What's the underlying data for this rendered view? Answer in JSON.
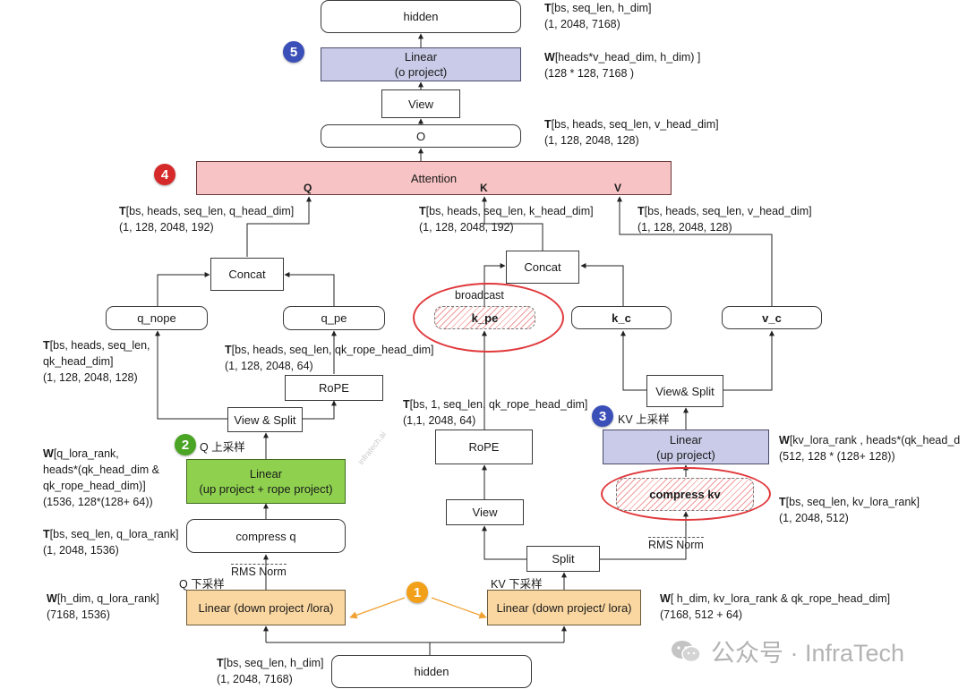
{
  "nodes": {
    "hidden_top": "hidden",
    "linear_o_line1": "Linear",
    "linear_o_line2": "(o project)",
    "view_top": "View",
    "o": "O",
    "attention": "Attention",
    "concat_q": "Concat",
    "q_nope": "q_nope",
    "q_pe": "q_pe",
    "rope_q": "RoPE",
    "view_split_q": "View & Split",
    "linear_q_up_line1": "Linear",
    "linear_q_up_line2": "(up project + rope project)",
    "compress_q": "compress q",
    "rms_norm_q": "RMS Norm",
    "linear_q_down": "Linear (down project /lora)",
    "hidden_bottom": "hidden",
    "concat_k": "Concat",
    "k_pe": "k_pe",
    "k_c": "k_c",
    "v_c": "v_c",
    "view_split_kv": "View& Split",
    "linear_kv_up_line1": "Linear",
    "linear_kv_up_line2": "(up project)",
    "compress_kv": "compress kv",
    "rms_norm_kv": "RMS Norm",
    "split": "Split",
    "view_k": "View",
    "rope_k": "RoPE",
    "linear_kv_down": "Linear (down project/ lora)"
  },
  "ports": {
    "q": "Q",
    "k": "K",
    "v": "V"
  },
  "labels": {
    "broadcast": "broadcast",
    "q_up": "Q 上采样",
    "q_down": "Q 下采样",
    "kv_up": "KV 上采样",
    "kv_down": "KV 下采样"
  },
  "badges": {
    "one": "1",
    "two": "2",
    "three": "3",
    "four": "4",
    "five": "5"
  },
  "annotations": {
    "hidden_out_t": "[bs, seq_len, h_dim]",
    "hidden_out_shape": "(1, 2048, 7168)",
    "wo_w": "[heads*v_head_dim, h_dim) ]",
    "wo_shape": "(128 * 128, 7168 )",
    "o_t": "[bs, heads, seq_len, v_head_dim]",
    "o_shape": "(1, 128, 2048, 128)",
    "q_t": "[bs, heads, seq_len, q_head_dim]",
    "q_shape": "(1, 128, 2048, 192)",
    "k_t": "[bs, heads, seq_len, k_head_dim]",
    "k_shape": "(1, 128, 2048, 192)",
    "v_t": "[bs, heads, seq_len, v_head_dim]",
    "v_shape": "(1, 128, 2048, 128)",
    "qnope_t1": "[bs, heads, seq_len,",
    "qnope_t2": "qk_head_dim]",
    "qnope_shape": "(1, 128, 2048, 128)",
    "qpe_t": "[bs, heads, seq_len, qk_rope_head_dim]",
    "qpe_shape": "(1, 128, 2048, 64)",
    "wq_up_1": "[q_lora_rank,",
    "wq_up_2": "heads*(qk_head_dim &",
    "wq_up_3": "qk_rope_head_dim)]",
    "wq_up_shape": "(1536, 128*(128+ 64))",
    "cq_t": "[bs, seq_len, q_lora_rank]",
    "cq_shape": "(1, 2048, 1536)",
    "wq_down_w": "[h_dim, q_lora_rank]",
    "wq_down_shape": "(7168, 1536)",
    "hidden_in_t": "[bs, seq_len, h_dim]",
    "hidden_in_shape": "(1, 2048, 7168)",
    "kpe_t": "[bs, 1, seq_len, qk_rope_head_dim]",
    "kpe_shape": "(1,1, 2048, 64)",
    "wkv_up_w": "[kv_lora_rank , heads*(qk_head_d",
    "wkv_up_shape": "(512, 128 * (128+ 128))",
    "ckv_t": "[bs, seq_len, kv_lora_rank]",
    "ckv_shape": "(1, 2048, 512)",
    "wkv_down_w": "[ h_dim, kv_lora_rank & qk_rope_head_dim]",
    "wkv_down_shape": "(7168, 512 + 64)",
    "T": "T",
    "W": "W"
  },
  "watermark": {
    "text": "公众号 · InfraTech"
  },
  "colors": {
    "attention": "#f7c3c4",
    "linear_purple": "#c9cbe8",
    "linear_green": "#8fd14f",
    "linear_orange": "#fad7a1",
    "highlight_ring": "#e0393c",
    "badge_blue": "#3b4fb8",
    "badge_green": "#4aa524",
    "badge_red": "#d62a2a",
    "badge_orange": "#f2a019"
  },
  "icons": [
    "wechat-icon"
  ]
}
